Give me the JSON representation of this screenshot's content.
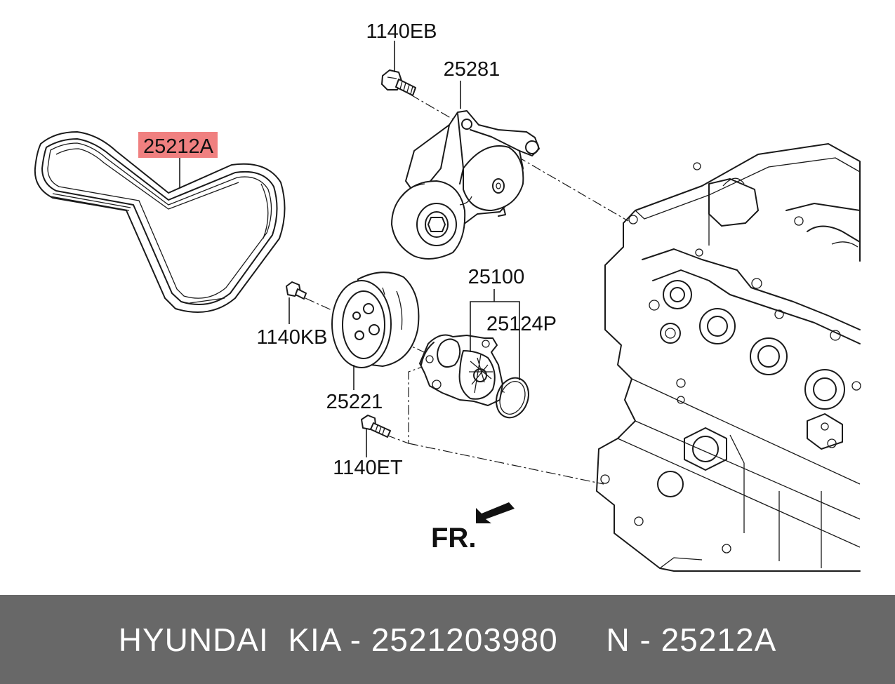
{
  "diagram": {
    "labels": {
      "bolt_top": "1140EB",
      "tensioner": "25281",
      "belt": "25212A",
      "water_pump": "25100",
      "gasket": "25124P",
      "bolt_pulley": "1140KB",
      "pulley": "25221",
      "bolt_bottom": "1140ET"
    },
    "direction": "FR.",
    "highlight_color": "#f08080"
  },
  "footer": {
    "text": "HYUNDAI  KIA - 2521203980     N - 25212A",
    "background": "#686868"
  }
}
